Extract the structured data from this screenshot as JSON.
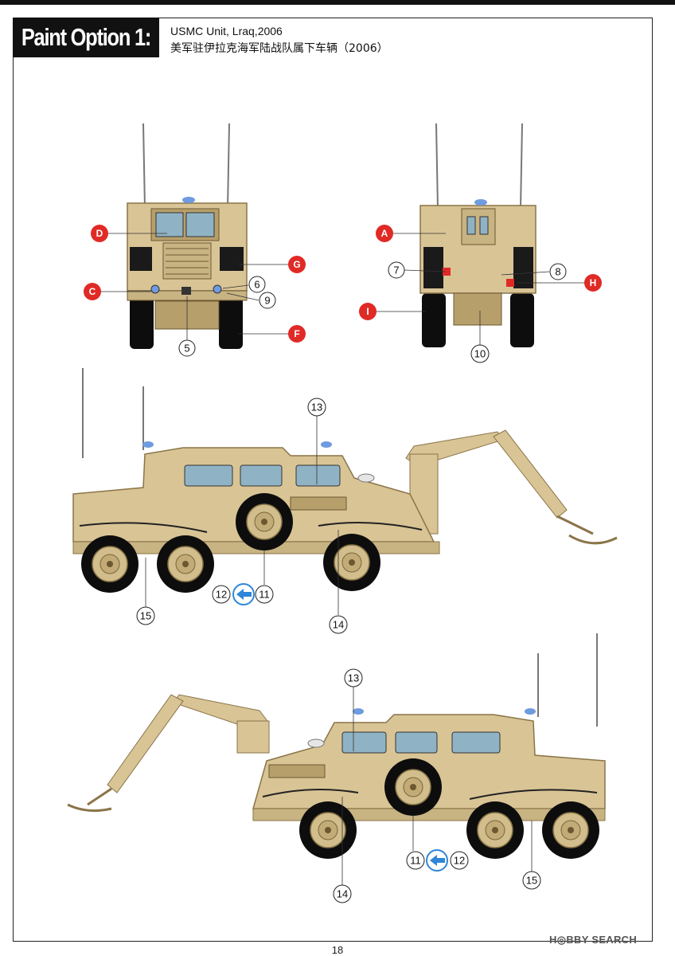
{
  "header": {
    "title": "Paint Option 1:",
    "subtitle_en": "USMC Unit, Lraq,2006",
    "subtitle_cn": "美军驻伊拉克海军陆战队属下车辆（2006）"
  },
  "colors": {
    "vehicle": "#d9c496",
    "vehicle_shadow": "#b79f6c",
    "tire": "#0d0d0d",
    "hub": "#d2bd8c",
    "callout_red": "#e02a26",
    "callout_blue": "#2f86d8",
    "glass": "#8fb3c4",
    "light_blue": "#6f9be0"
  },
  "views": {
    "front": {
      "callouts": {
        "D": "D",
        "C": "C",
        "G": "G",
        "F": "F",
        "n6": "6",
        "n9": "9",
        "n5": "5"
      }
    },
    "rear": {
      "callouts": {
        "A": "A",
        "I": "I",
        "H": "H",
        "n7": "7",
        "n8": "8",
        "n10": "10"
      }
    },
    "side_left": {
      "callouts": {
        "n13": "13",
        "n12": "12",
        "n11": "11",
        "n15": "15",
        "n14": "14"
      }
    },
    "side_right": {
      "callouts": {
        "n13": "13",
        "n11": "11",
        "n12": "12",
        "n14": "14",
        "n15": "15"
      }
    }
  },
  "footer": {
    "page_number": "18",
    "watermark": "H◎BBY SEARCH"
  }
}
